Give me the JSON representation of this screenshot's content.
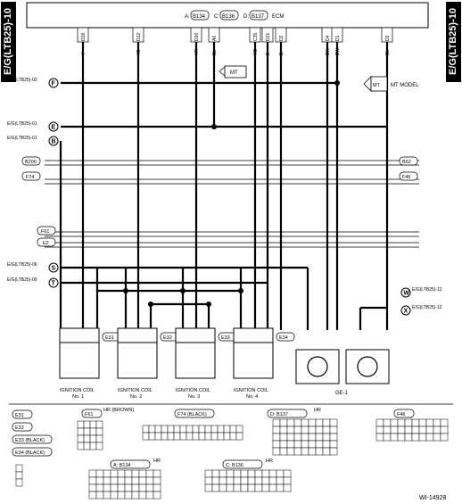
{
  "side_tab": "E/G(LTB25)-10",
  "ecm": {
    "connectors": [
      {
        "letter": "A:",
        "id": "B134"
      },
      {
        "letter": "C:",
        "id": "B136"
      },
      {
        "letter": "D:",
        "id": "B137"
      }
    ],
    "label": "ECM",
    "pins": [
      "D18",
      "D12",
      "D26",
      "A6",
      "C35",
      "D21",
      "D2",
      "D4",
      "D1",
      "D2"
    ],
    "wire_colors": [
      "Y",
      "YB",
      "YR",
      "BL",
      "YG",
      "B",
      "B",
      "BW",
      "BW",
      "BL"
    ]
  },
  "mt_box": "MT",
  "mt_model_box": "MT MODEL",
  "refs": {
    "F": "E/G(LTB25)-02",
    "E": "E/G(LTB25)-01",
    "B": "E/G(LTB25)-01",
    "S": "E/G(LTB25)-06",
    "T": "E/G(LTB25)-09",
    "W": "E/G(LTB25)-12",
    "X": "E/G(LTB25)-12"
  },
  "ref_letters": [
    "F",
    "E",
    "B",
    "S",
    "T",
    "W",
    "X"
  ],
  "connectors_mid": {
    "B200": "B200",
    "F74": "F74",
    "B62": "B62",
    "F46": "F46",
    "F61": "F61",
    "E2": "E2"
  },
  "coils": [
    {
      "id": "E31",
      "label": "IGNITION COIL",
      "no": "No. 1"
    },
    {
      "id": "E32",
      "label": "IGNITION COIL",
      "no": "No. 2"
    },
    {
      "id": "E33",
      "label": "IGNITION COIL",
      "no": "No. 3"
    },
    {
      "id": "E34",
      "label": "IGNITION COIL",
      "no": "No. 4"
    }
  ],
  "ge1": "GE-1",
  "legend": {
    "e_list": [
      "E31",
      "E32",
      "E33 (BLACK)",
      "E34 (BLACK)"
    ],
    "f61": "F61",
    "f61_color": "HR (BROWN)",
    "f74": "F74 (BLACK)",
    "d_b137": "D: B137",
    "f46": "F46",
    "a_b134": "A: B134",
    "c_b136": "C: B136",
    "hr": "HR"
  },
  "footer_id": "WI-14928"
}
